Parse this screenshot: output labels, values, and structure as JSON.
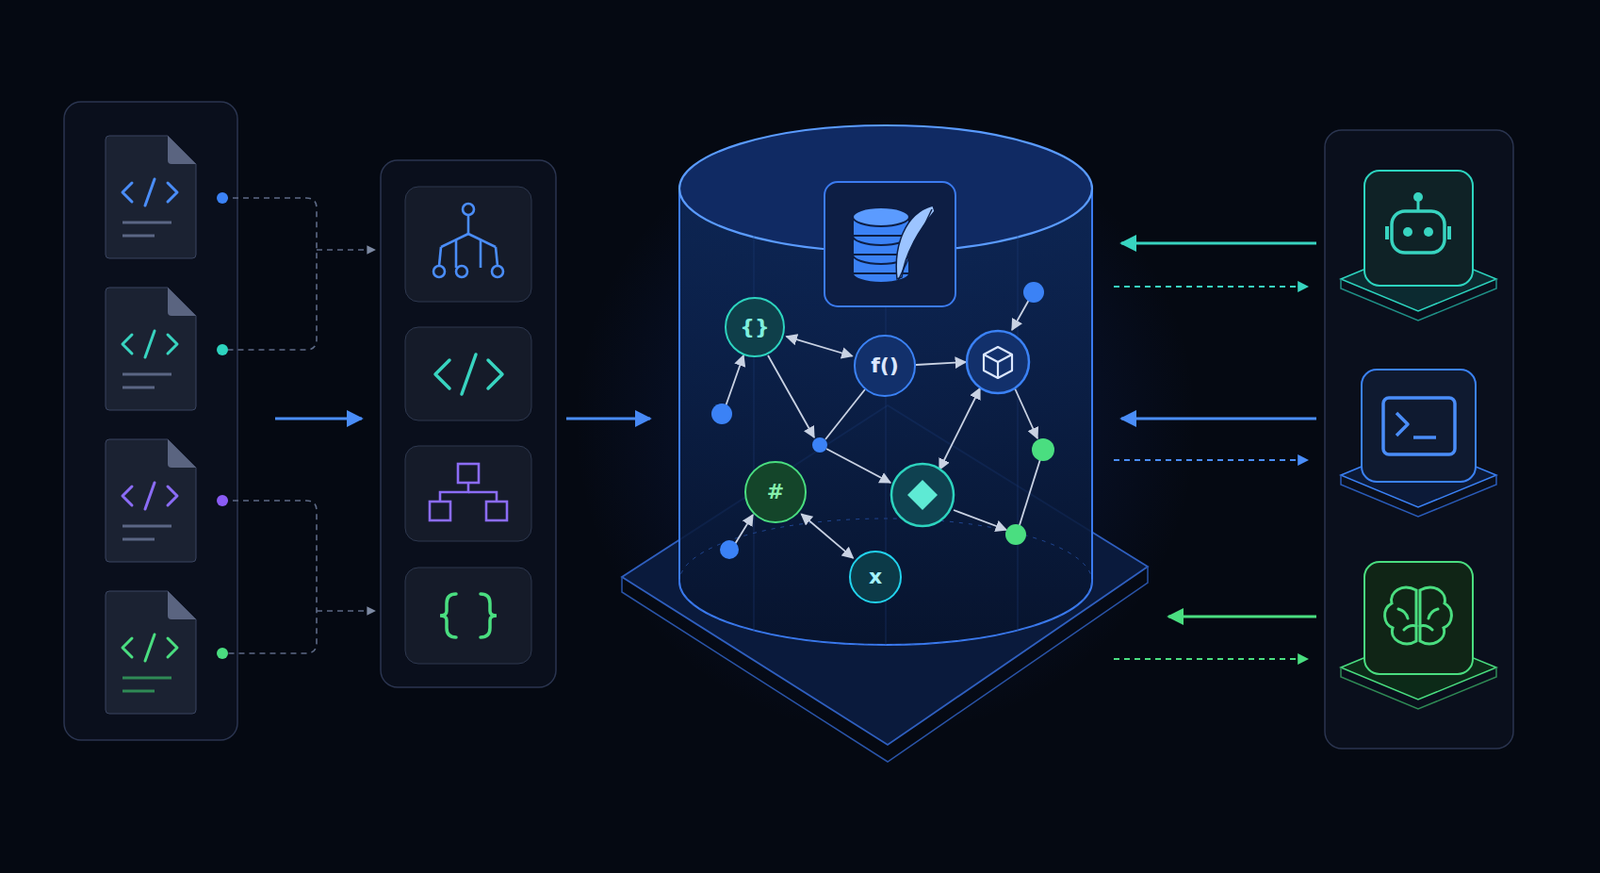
{
  "diagram": {
    "nodes": [
      {
        "text": [
          "{}"
        ]
      },
      {
        "text": [
          "f()"
        ]
      },
      {
        "text": [
          "#"
        ]
      },
      {
        "text": [
          "x"
        ]
      }
    ],
    "edges": [
      {
        "from": 0,
        "to": 1,
        "arrow": "both"
      },
      {
        "from": 2,
        "to": 3,
        "arrow": "both"
      }
    ]
  }
}
